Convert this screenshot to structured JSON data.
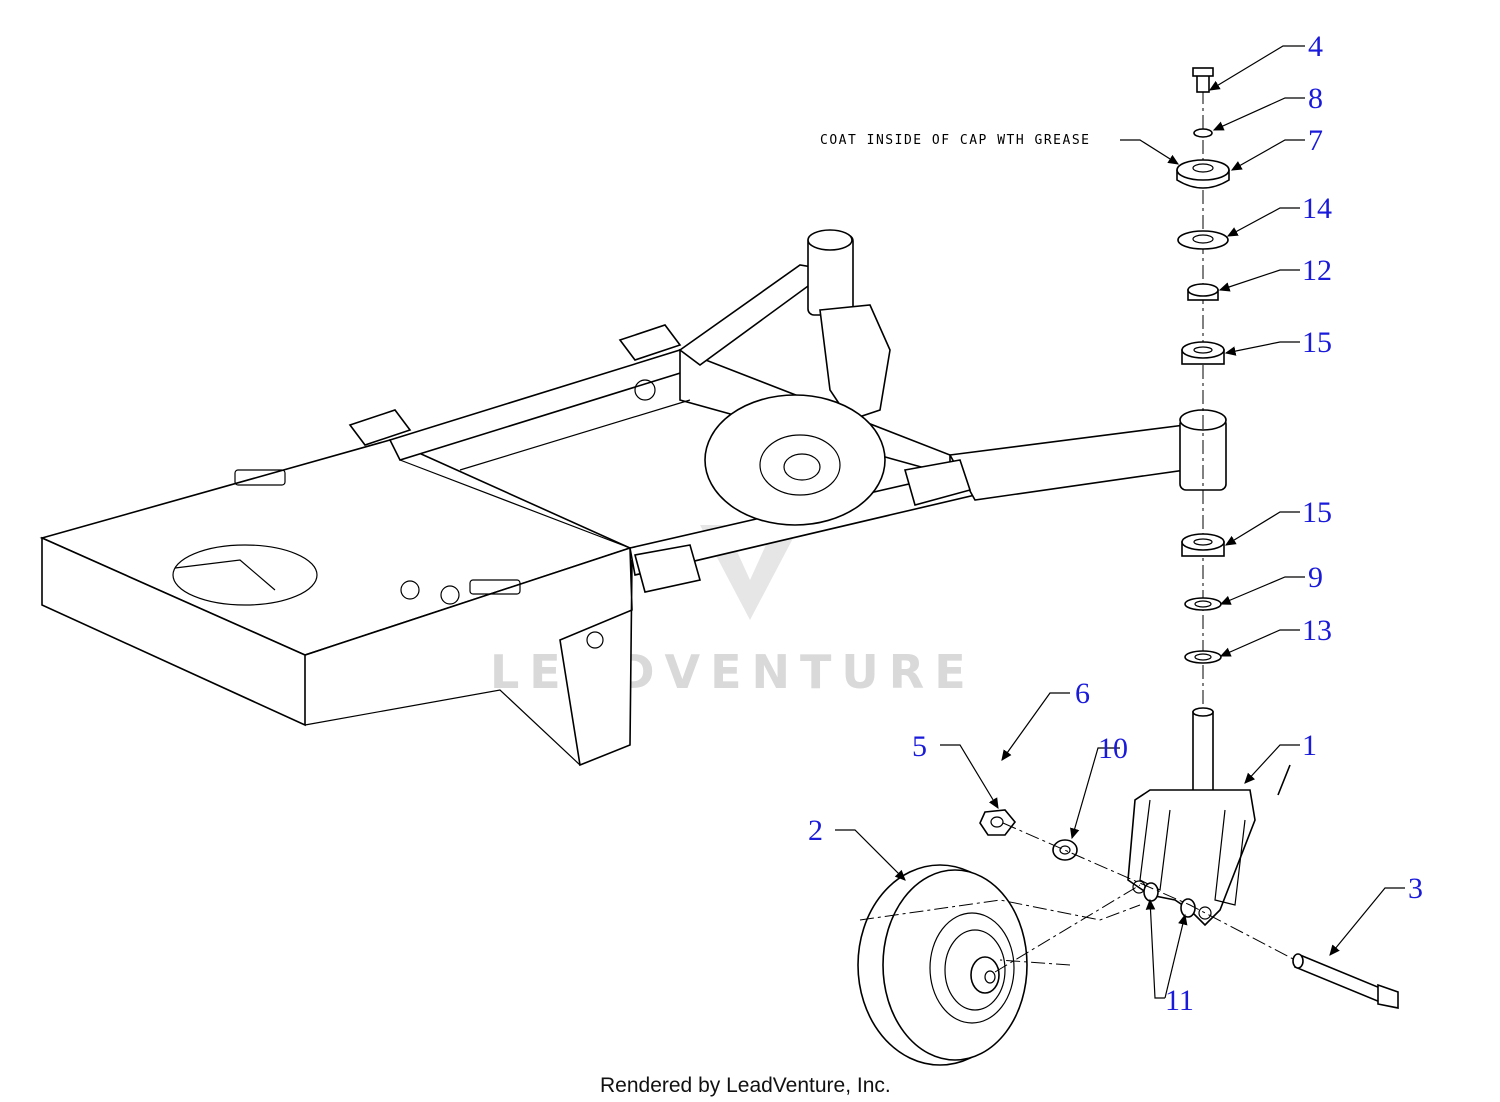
{
  "diagram": {
    "note": "COAT INSIDE OF CAP WTH GREASE",
    "watermark": "LEADVENTURE",
    "credit": "Rendered by LeadVenture, Inc.",
    "callouts": {
      "c1": "1",
      "c2": "2",
      "c3": "3",
      "c4": "4",
      "c5": "5",
      "c6": "6",
      "c7": "7",
      "c8": "8",
      "c9": "9",
      "c10": "10",
      "c11": "11",
      "c12": "12",
      "c13": "13",
      "c14": "14",
      "c15a": "15",
      "c15b": "15"
    },
    "colors": {
      "callout": "#1a1adb",
      "line": "#000000",
      "watermark": "#d9d9d9"
    }
  }
}
